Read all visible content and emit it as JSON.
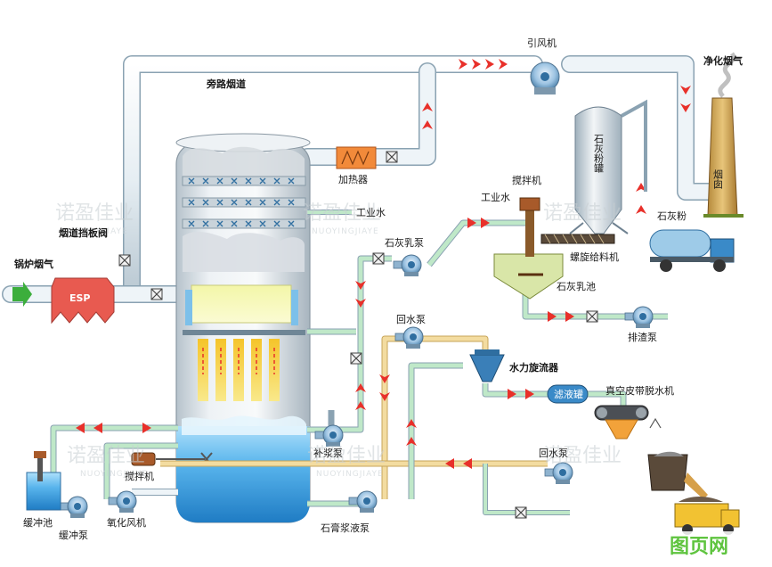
{
  "diagram": {
    "labels": {
      "boiler_flue_gas": "锅炉烟气",
      "esp": "ESP",
      "bypass_flue": "旁路烟道",
      "flue_baffle_damper": "烟道挡板阀",
      "heater": "加热器",
      "induced_fan": "引风机",
      "clean_flue_gas": "净化烟气",
      "chimney": "烟囱",
      "limestone_silo": "石灰粉罐",
      "limestone_powder": "石灰粉",
      "screw_feeder": "螺旋给料机",
      "industrial_water_1": "工业水",
      "industrial_water_2": "工业水",
      "agitator_top": "搅拌机",
      "lime_slurry_pump": "石灰乳泵",
      "lime_slurry_tank": "石灰乳池",
      "discharge_pump": "排渣泵",
      "return_pump_1": "回水泵",
      "hydrocyclone": "水力旋流器",
      "filtrate_tank": "滤液罐",
      "vacuum_belt_filter": "真空皮带脱水机",
      "return_pump_2": "回水泵",
      "makeup_pump": "补浆泵",
      "gypsum_pump": "石膏浆液泵",
      "agitator_bottom": "搅拌机",
      "oxidation_blower": "氧化风机",
      "buffer_tank": "缓冲池",
      "buffer_pump": "缓冲泵"
    },
    "watermarks": {
      "cn": "诺盈佳业",
      "en": "NUOYINGJIAYE"
    },
    "site_badge": "图页网"
  },
  "colors": {
    "pipe_fill": "#eef4f8",
    "pipe_stroke": "#8aa2b2",
    "flow_arrow": "#e8302a",
    "slurry_pipe": "#f3dca0",
    "water_pipe": "#bfe8c8",
    "tower_body": "#dfe6ec",
    "tower_slurry": "#3c9ee0",
    "esp": "#e85a50",
    "pump_blue": "#3a8ac8",
    "badge_green": "#5fc43f"
  }
}
